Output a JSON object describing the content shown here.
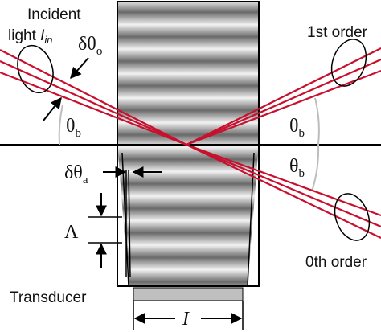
{
  "labels": {
    "incident_line1": "Incident",
    "incident_line2": "light ",
    "incident_symbol": "I",
    "incident_subscript": "in",
    "first_order": "1st order",
    "zeroth_order": "0th order",
    "transducer": "Transducer"
  },
  "symbols": {
    "delta_theta_o": "δθ",
    "delta_theta_o_sub": "o",
    "delta_theta_a": "δθ",
    "delta_theta_a_sub": "a",
    "theta": "θ",
    "theta_sub": "b",
    "wavelength": "Λ",
    "length": "I"
  },
  "colors": {
    "beam": "#c8102e",
    "arc": "#bdbdbd",
    "outline": "#000000"
  },
  "icons": [
    "lens-ellipse-icon",
    "arrow-icon",
    "dimension-arrow-icon"
  ]
}
